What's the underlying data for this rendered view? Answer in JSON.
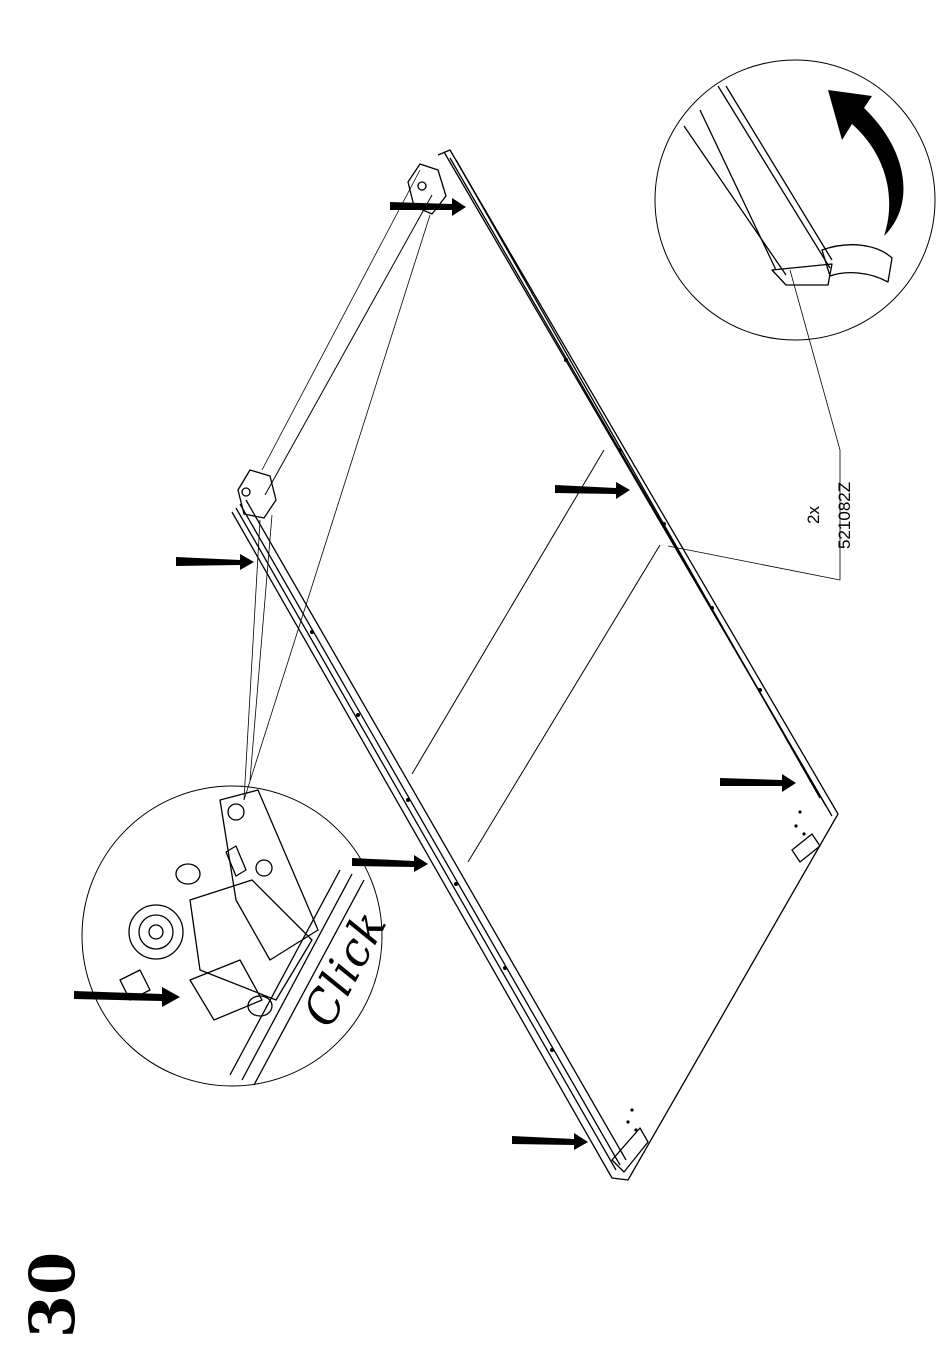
{
  "step": {
    "number": "30"
  },
  "part": {
    "quantity": "2x",
    "code": "521082Z"
  },
  "annotation": {
    "click": "Click"
  },
  "colors": {
    "ink": "#000000",
    "paper": "#ffffff"
  },
  "icons": [
    "push-arrow-icon",
    "peel-arrow-icon"
  ]
}
